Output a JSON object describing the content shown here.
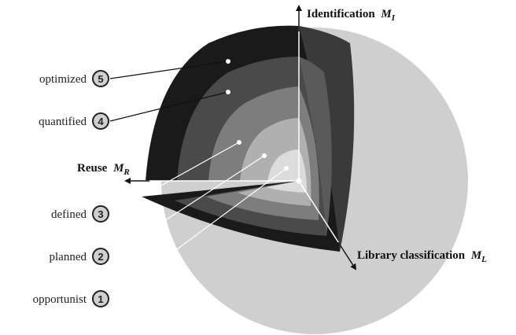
{
  "diagram": {
    "axes": [
      {
        "key": "identification",
        "label": "Identification",
        "symbol": "M",
        "subscript": "I"
      },
      {
        "key": "reuse",
        "label": "Reuse",
        "symbol": "M",
        "subscript": "R"
      },
      {
        "key": "library",
        "label": "Library classification",
        "symbol": "M",
        "subscript": "L"
      }
    ],
    "levels": [
      {
        "number": "5",
        "label": "optimized"
      },
      {
        "number": "4",
        "label": "quantified"
      },
      {
        "number": "3",
        "label": "defined"
      },
      {
        "number": "2",
        "label": "planned"
      },
      {
        "number": "1",
        "label": "opportunist"
      }
    ],
    "colors": {
      "sphere": "#d0cfcf",
      "shell_5": "#1a1a1a",
      "shell_4": "#4a4a4a",
      "shell_3": "#7d7d7d",
      "shell_2": "#b0b0b0",
      "shell_1": "#dcdcdc"
    }
  }
}
